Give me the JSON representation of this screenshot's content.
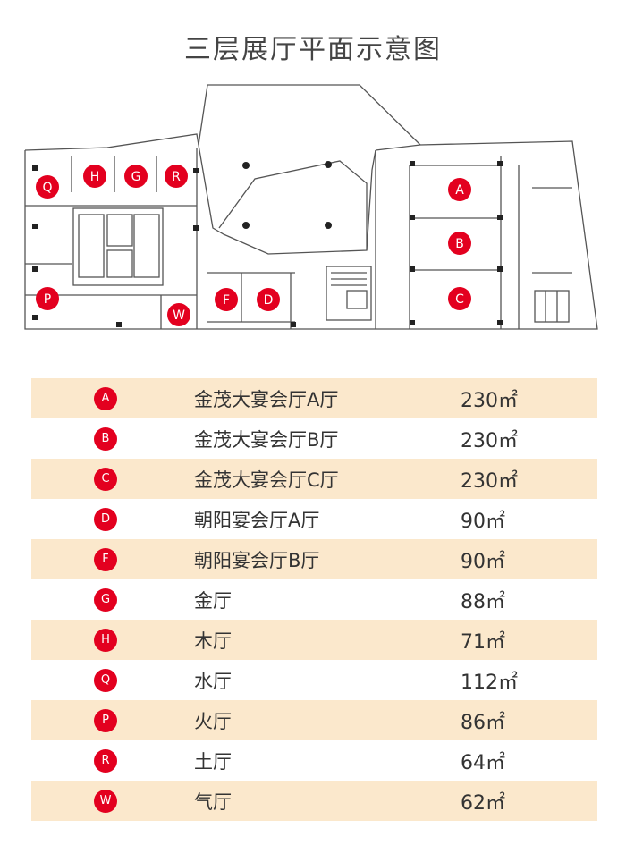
{
  "title": "三层展厅平面示意图",
  "colors": {
    "marker": "#e3001f",
    "row_shade": "#fbe8cc",
    "wall": "#555555"
  },
  "map_markers": [
    "A",
    "B",
    "C",
    "D",
    "F",
    "G",
    "H",
    "Q",
    "P",
    "R",
    "W"
  ],
  "rooms": [
    {
      "code": "A",
      "name": "金茂大宴会厅A厅",
      "area": "230㎡"
    },
    {
      "code": "B",
      "name": "金茂大宴会厅B厅",
      "area": "230㎡"
    },
    {
      "code": "C",
      "name": "金茂大宴会厅C厅",
      "area": "230㎡"
    },
    {
      "code": "D",
      "name": "朝阳宴会厅A厅",
      "area": "90㎡"
    },
    {
      "code": "F",
      "name": "朝阳宴会厅B厅",
      "area": "90㎡"
    },
    {
      "code": "G",
      "name": "金厅",
      "area": "88㎡"
    },
    {
      "code": "H",
      "name": "木厅",
      "area": "71㎡"
    },
    {
      "code": "Q",
      "name": "水厅",
      "area": "112㎡"
    },
    {
      "code": "P",
      "name": "火厅",
      "area": "86㎡"
    },
    {
      "code": "R",
      "name": "土厅",
      "area": "64㎡"
    },
    {
      "code": "W",
      "name": "气厅",
      "area": "62㎡"
    }
  ]
}
